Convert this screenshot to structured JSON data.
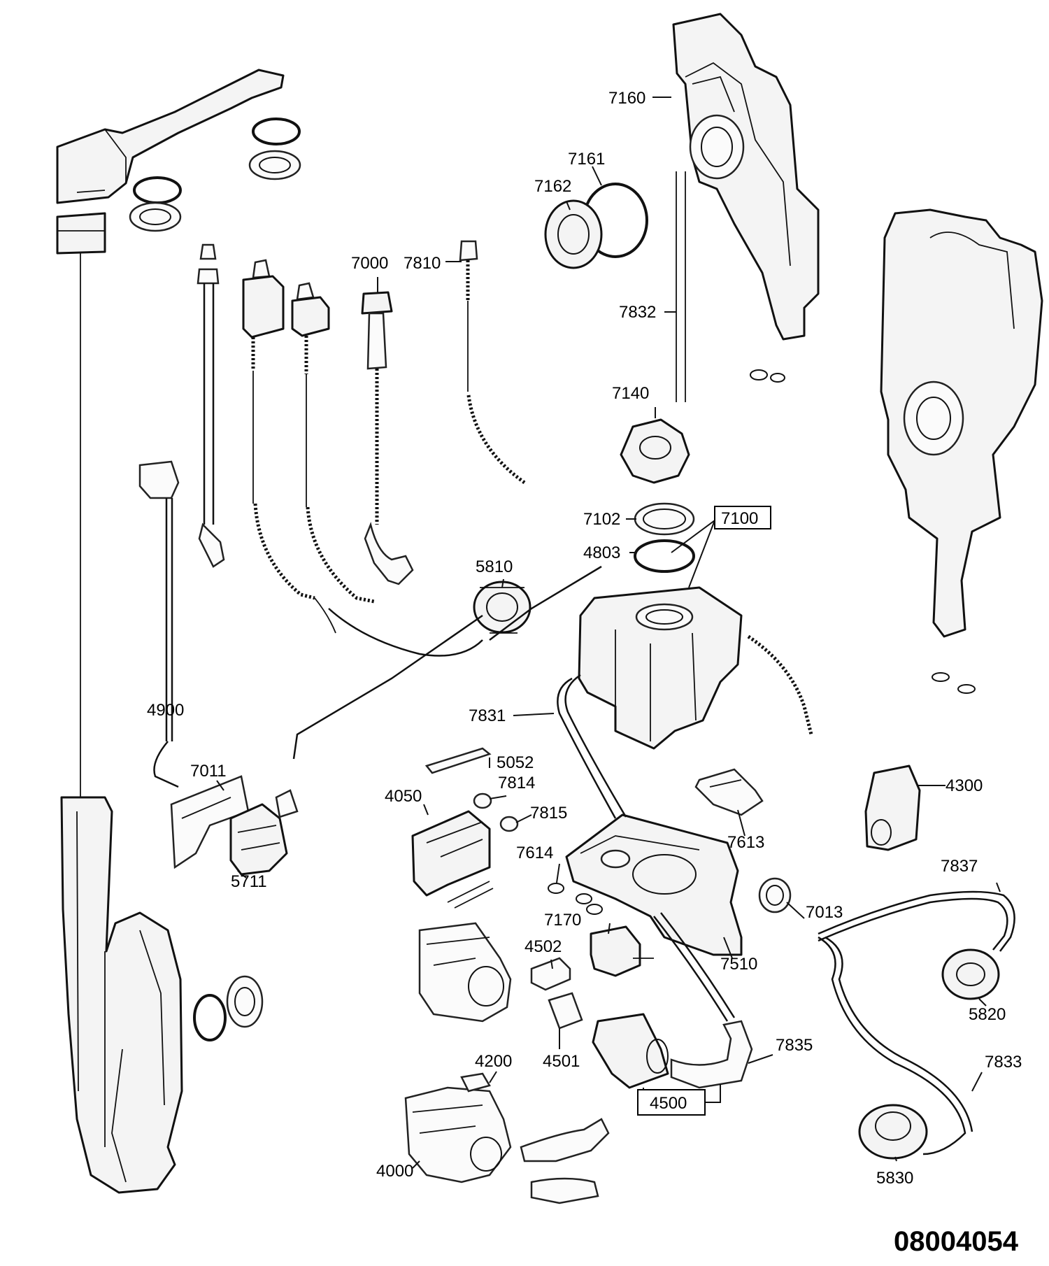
{
  "diagram": {
    "code": "08004054",
    "labels": {
      "l7160": "7160",
      "l7161": "7161",
      "l7162": "7162",
      "l7000": "7000",
      "l7810": "7810",
      "l7832": "7832",
      "l7140": "7140",
      "l7102": "7102",
      "l7100": "7100",
      "l4803": "4803",
      "l5810": "5810",
      "l4900": "4900",
      "l7831": "7831",
      "l7011": "7011",
      "l5052": "5052",
      "l7814": "7814",
      "l4050": "4050",
      "l7815": "7815",
      "l4300": "4300",
      "l7613": "7613",
      "l7614": "7614",
      "l5711": "5711",
      "l7837": "7837",
      "l7013": "7013",
      "l7170": "7170",
      "l4502": "4502",
      "l7510": "7510",
      "l5820": "5820",
      "l7835": "7835",
      "l4200": "4200",
      "l4501": "4501",
      "l7833": "7833",
      "l4500": "4500",
      "l4000": "4000",
      "l5830": "5830"
    }
  }
}
